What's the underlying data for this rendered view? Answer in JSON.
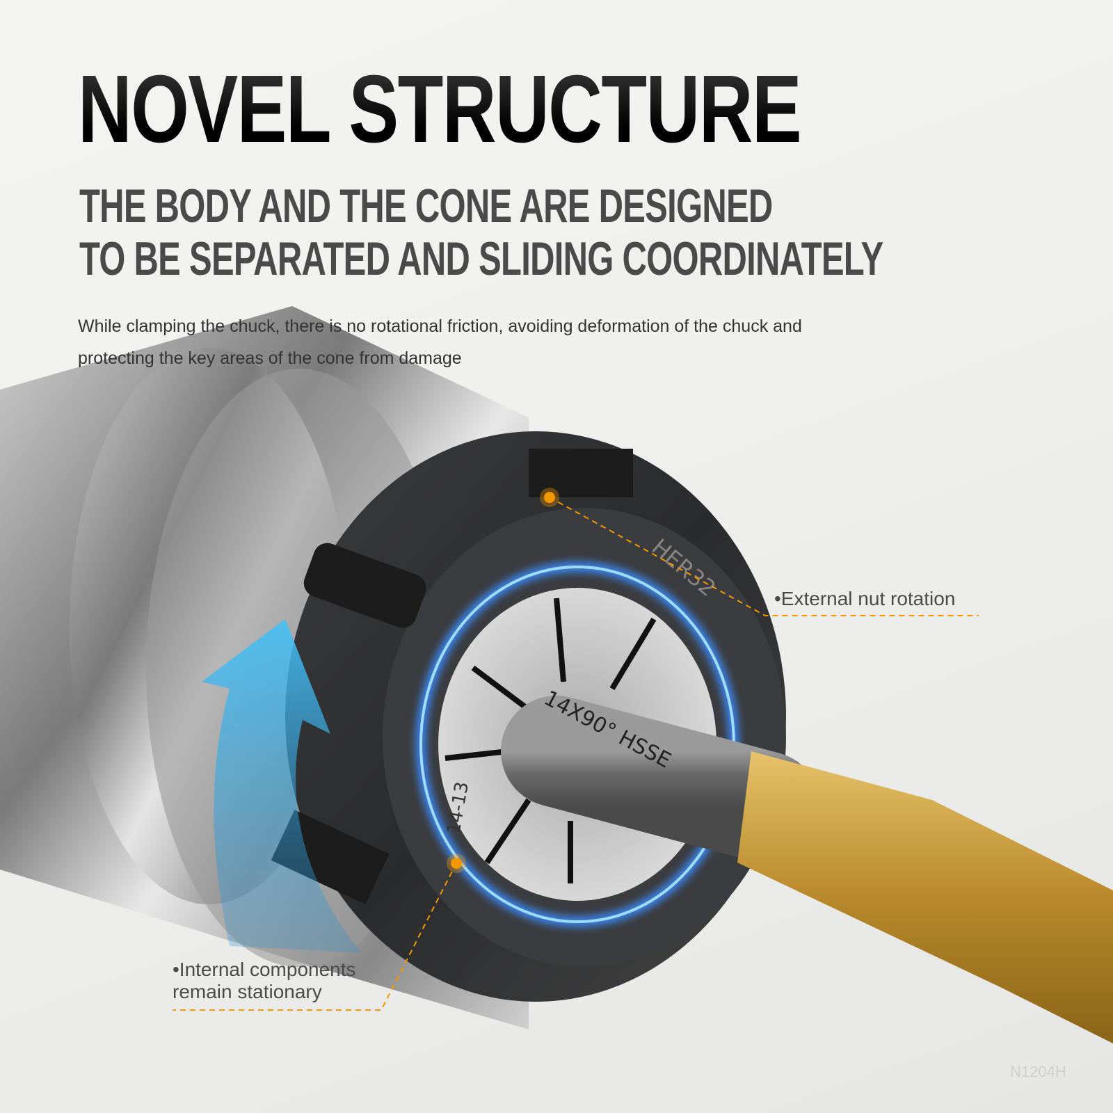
{
  "header": {
    "title": "NOVEL STRUCTURE",
    "subtitle_line1": "THE BODY AND THE CONE ARE DESIGNED",
    "subtitle_line2": "TO BE SEPARATED AND SLIDING COORDINATELY",
    "description": "While clamping the chuck, there is no rotational friction, avoiding deformation of the chuck and protecting the key areas of the cone from damage"
  },
  "annotations": {
    "external": "•External nut rotation",
    "internal_line1": "•Internal components",
    "internal_line2": "remain stationary"
  },
  "product_markings": {
    "nut": "HER32",
    "drill": "14X90° HSSE",
    "collet": "14-13"
  },
  "watermark": "N1204H",
  "colors": {
    "accent": "#f39800",
    "arrow": "#3fb8f0",
    "glow": "#3a8cff",
    "gold": "#c9972c"
  }
}
